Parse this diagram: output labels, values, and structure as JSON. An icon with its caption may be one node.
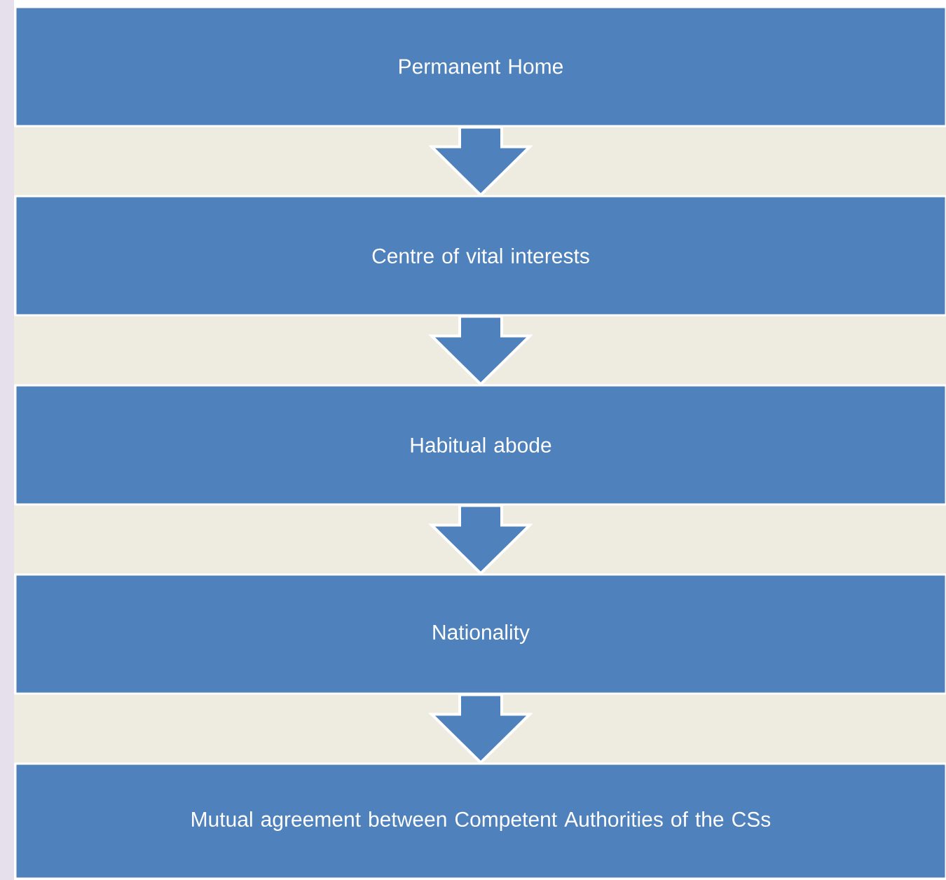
{
  "diagram": {
    "nodes": [
      {
        "text": [
          "Permanent Home"
        ]
      },
      {
        "text": [
          "Centre of vital interests"
        ]
      },
      {
        "text": [
          "Habitual abode"
        ]
      },
      {
        "text": [
          "Nationality"
        ]
      },
      {
        "text": [
          "Mutual agreement between Competent Authorities of the CSs"
        ]
      }
    ],
    "edges": [
      {
        "from": 0,
        "to": 1,
        "arrow": "to"
      },
      {
        "from": 1,
        "to": 2,
        "arrow": "to"
      },
      {
        "from": 2,
        "to": 3,
        "arrow": "to"
      },
      {
        "from": 3,
        "to": 4,
        "arrow": "to"
      }
    ]
  }
}
